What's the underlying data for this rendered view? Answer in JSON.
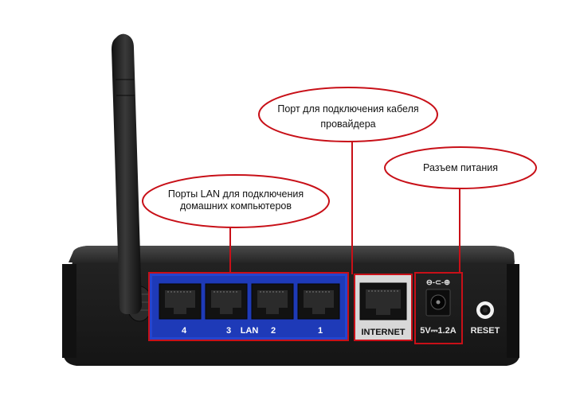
{
  "callouts": {
    "lan": {
      "line1": "Порты LAN для подключения",
      "line2": "домашних компьютеров"
    },
    "internet": {
      "line1": "Порт для подключения кабеля",
      "line2": "провайдера"
    },
    "power": {
      "line1": "Разъем питания"
    }
  },
  "ports": {
    "lan_numbers": [
      "4",
      "3",
      "2",
      "1"
    ],
    "lan_label": "LAN",
    "internet_label": "INTERNET",
    "power_rating": "5V⎓1.2A",
    "power_polarity": "⊖-⊂-⊕",
    "reset_label": "RESET"
  },
  "colors": {
    "callout_outline": "#d0101c",
    "lan_highlight": "#1f3fc8",
    "internet_highlight": "#d8d8d8",
    "device_body": "#1c1c1c"
  }
}
